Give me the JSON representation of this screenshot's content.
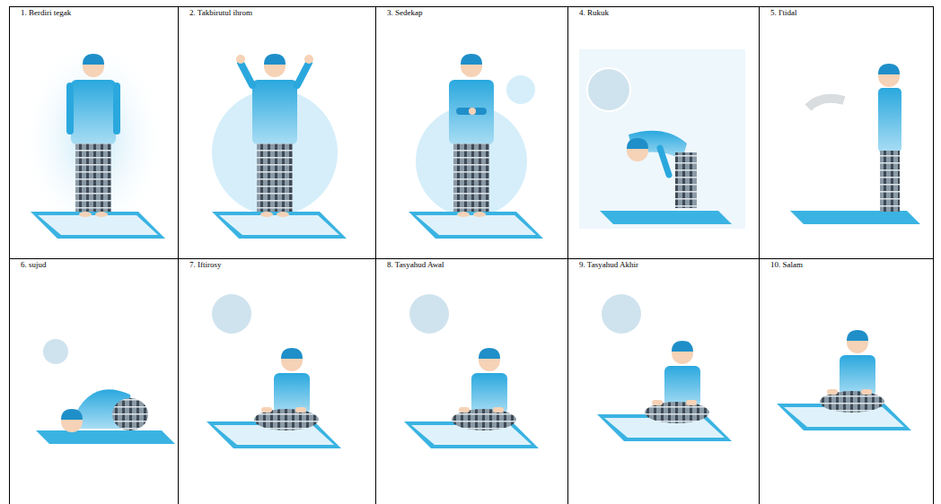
{
  "diagram": {
    "labels": [
      "1. Berdiri tegak",
      "2. Takbirutul ihrom",
      "3. Sedekap",
      "4. Rukuk",
      "5. I'tidal",
      "6. sujud",
      "7. Iftirosy",
      "8. Tasyahud Awal",
      "9. Tasyahud Akhir",
      "10. Salam"
    ]
  }
}
